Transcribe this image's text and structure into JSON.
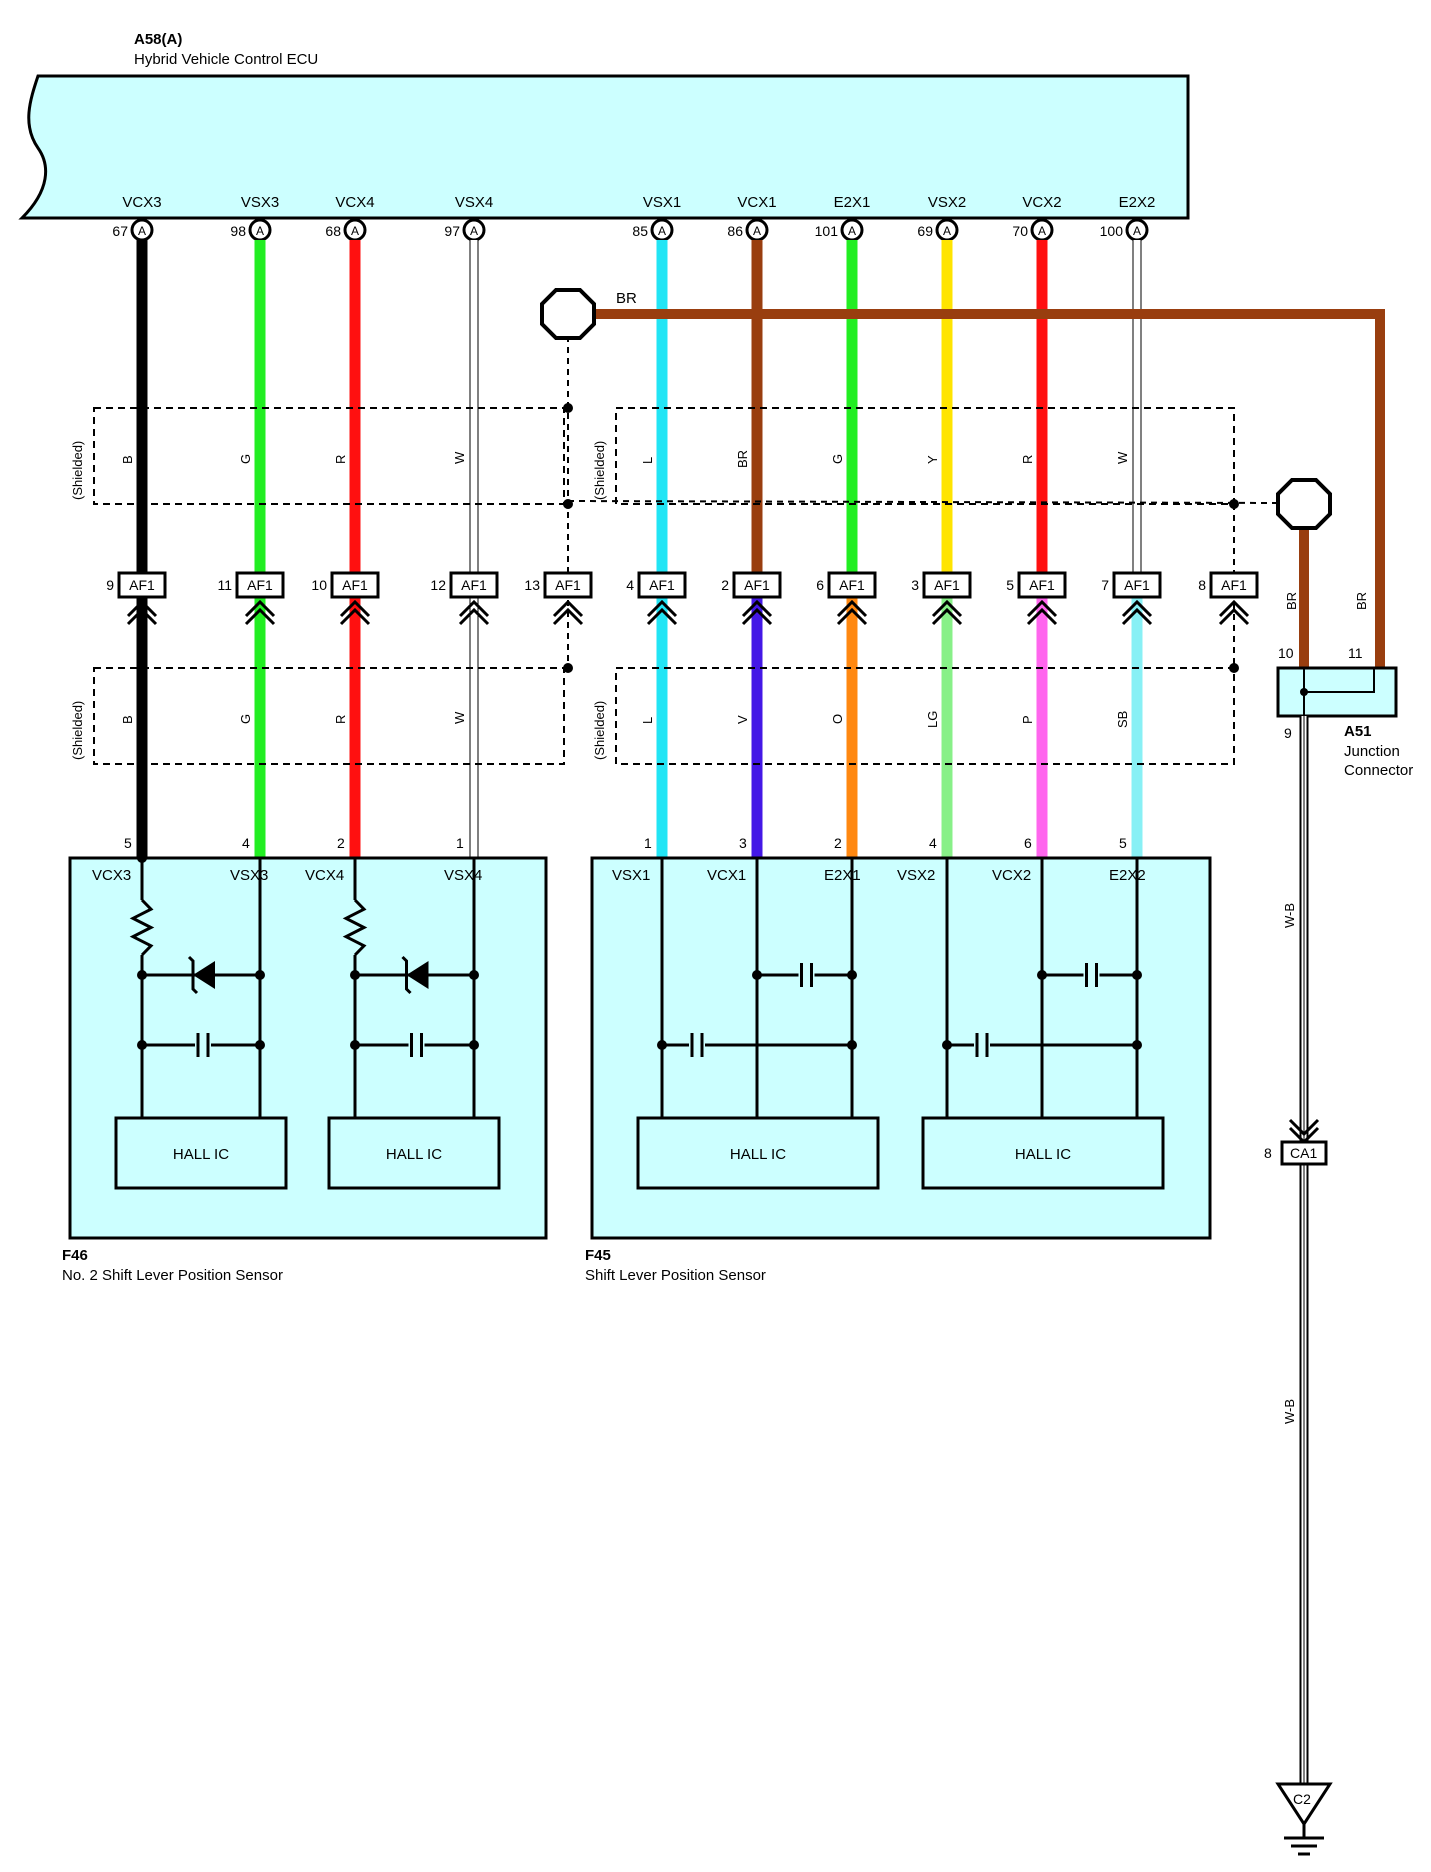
{
  "ecu": {
    "code": "A58(A)",
    "name": "Hybrid Vehicle Control ECU",
    "pins": [
      {
        "term": "VCX3",
        "pin": "67",
        "conn": "A"
      },
      {
        "term": "VSX3",
        "pin": "98",
        "conn": "A"
      },
      {
        "term": "VCX4",
        "pin": "68",
        "conn": "A"
      },
      {
        "term": "VSX4",
        "pin": "97",
        "conn": "A"
      },
      {
        "term": "VSX1",
        "pin": "85",
        "conn": "A"
      },
      {
        "term": "VCX1",
        "pin": "86",
        "conn": "A"
      },
      {
        "term": "E2X1",
        "pin": "101",
        "conn": "A"
      },
      {
        "term": "VSX2",
        "pin": "69",
        "conn": "A"
      },
      {
        "term": "VCX2",
        "pin": "70",
        "conn": "A"
      },
      {
        "term": "E2X2",
        "pin": "100",
        "conn": "A"
      }
    ]
  },
  "wires": [
    {
      "upper": "B",
      "lower": "B",
      "upper_color": "#000000",
      "lower_color": "#000000",
      "af1_pin": "9",
      "sensor_pin": "5"
    },
    {
      "upper": "G",
      "lower": "G",
      "upper_color": "#22ee22",
      "lower_color": "#22ee22",
      "af1_pin": "11",
      "sensor_pin": "4"
    },
    {
      "upper": "R",
      "lower": "R",
      "upper_color": "#ff1010",
      "lower_color": "#ff1010",
      "af1_pin": "10",
      "sensor_pin": "2"
    },
    {
      "upper": "W",
      "lower": "W",
      "upper_color": "#ffffff",
      "lower_color": "#ffffff",
      "af1_pin": "12",
      "sensor_pin": "1"
    },
    {
      "upper": "L",
      "lower": "L",
      "upper_color": "#22e5f5",
      "lower_color": "#22e5f5",
      "af1_pin": "4",
      "sensor_pin": "1"
    },
    {
      "upper": "BR",
      "lower": "V",
      "upper_color": "#993e0f",
      "lower_color": "#4418e6",
      "af1_pin": "2",
      "sensor_pin": "3"
    },
    {
      "upper": "G",
      "lower": "O",
      "upper_color": "#22ee22",
      "lower_color": "#ff8811",
      "af1_pin": "6",
      "sensor_pin": "2"
    },
    {
      "upper": "Y",
      "lower": "LG",
      "upper_color": "#ffe400",
      "lower_color": "#88f088",
      "af1_pin": "3",
      "sensor_pin": "4"
    },
    {
      "upper": "R",
      "lower": "P",
      "upper_color": "#ff1010",
      "lower_color": "#ff66ee",
      "af1_pin": "5",
      "sensor_pin": "6"
    },
    {
      "upper": "W",
      "lower": "SB",
      "upper_color": "#ffffff",
      "lower_color": "#88f0f5",
      "af1_pin": "7",
      "sensor_pin": "5"
    }
  ],
  "af1": {
    "code": "AF1",
    "shield_pin_left": "13",
    "shield_pin_right": "8"
  },
  "shield_label": "(Shielded)",
  "shield_wire": {
    "color_name": "BR",
    "color": "#993e0f"
  },
  "f46": {
    "code": "F46",
    "name": "No.  2 Shift Lever Position Sensor",
    "terminals": [
      "VCX3",
      "VSX3",
      "VCX4",
      "VSX4"
    ],
    "ics": [
      "HALL IC",
      "HALL IC"
    ]
  },
  "f45": {
    "code": "F45",
    "name": "Shift Lever Position Sensor",
    "terminals": [
      "VSX1",
      "VCX1",
      "E2X1",
      "VSX2",
      "VCX2",
      "E2X2"
    ],
    "ics": [
      "HALL IC",
      "HALL IC"
    ]
  },
  "junction": {
    "code": "A51",
    "name_line1": "Junction",
    "name_line2": "Connector",
    "pin_left": "10",
    "pin_right": "11",
    "pin_bottom": "9",
    "wire_left": "BR",
    "wire_right": "BR"
  },
  "ground_wire": {
    "color_name": "W-B",
    "label_upper": "W-B",
    "label_lower": "W-B"
  },
  "ca1": {
    "code": "CA1",
    "pin": "8"
  },
  "ground": {
    "code": "C2"
  },
  "colors": {
    "panel": "#ccffff",
    "brown": "#993e0f"
  }
}
